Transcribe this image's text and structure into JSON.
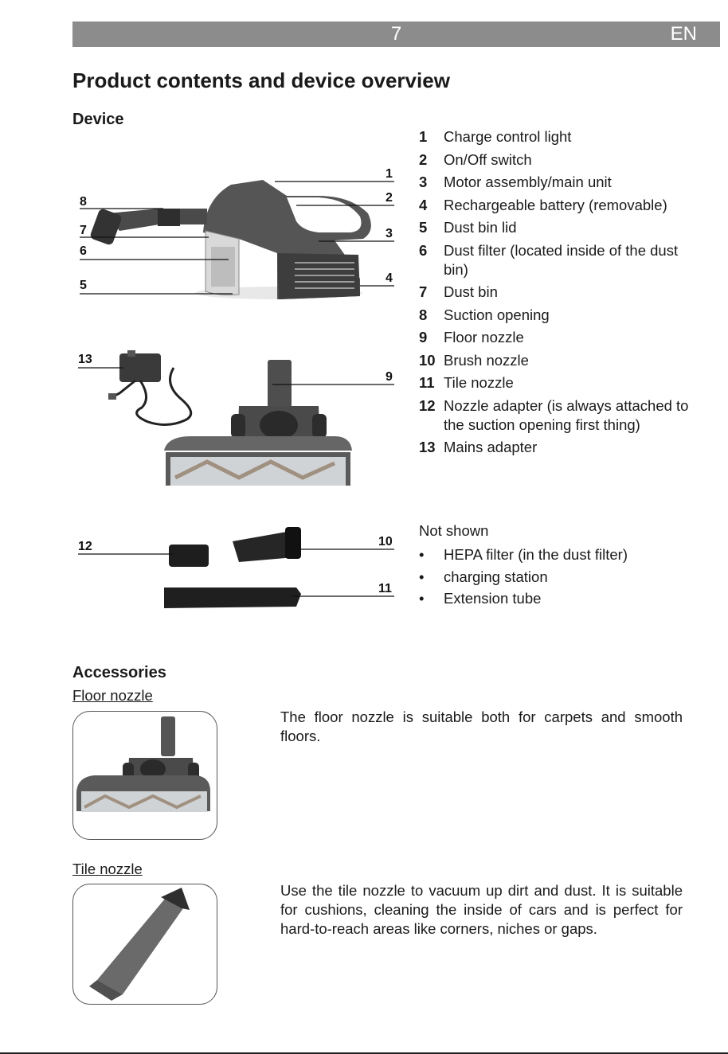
{
  "header": {
    "page_number": "7",
    "language": "EN"
  },
  "title": "Product contents and device overview",
  "device_section": {
    "heading": "Device",
    "parts": [
      {
        "num": "1",
        "text": "Charge control light"
      },
      {
        "num": "2",
        "text": "On/Off switch"
      },
      {
        "num": "3",
        "text": "Motor assembly/main unit"
      },
      {
        "num": "4",
        "text": "Rechargeable battery (removable)"
      },
      {
        "num": "5",
        "text": "Dust bin lid"
      },
      {
        "num": "6",
        "text": "Dust filter (located inside of the dust bin)"
      },
      {
        "num": "7",
        "text": "Dust bin"
      },
      {
        "num": "8",
        "text": "Suction opening"
      },
      {
        "num": "9",
        "text": "Floor nozzle"
      },
      {
        "num": "10",
        "text": "Brush nozzle"
      },
      {
        "num": "11",
        "text": "Tile nozzle"
      },
      {
        "num": "12",
        "text": "Nozzle adapter (is always attached to the suction opening first thing)"
      },
      {
        "num": "13",
        "text": "Mains adapter"
      }
    ],
    "not_shown_title": "Not shown",
    "not_shown": [
      {
        "bullet": "•",
        "text": "HEPA filter (in the dust filter)"
      },
      {
        "bullet": "•",
        "text": "charging station"
      },
      {
        "bullet": "•",
        "text": "Extension tube"
      }
    ]
  },
  "accessories": {
    "heading": "Accessories",
    "floor_nozzle": {
      "title": "Floor nozzle",
      "description": "The floor nozzle is suitable both for carpets and smooth floors."
    },
    "tile_nozzle": {
      "title": "Tile nozzle",
      "description": "Use the tile nozzle to vacuum up dirt and dust. It is suitable for cushions, cleaning the inside of cars and is perfect for hard-to-reach areas like corners, niches or gaps."
    }
  }
}
